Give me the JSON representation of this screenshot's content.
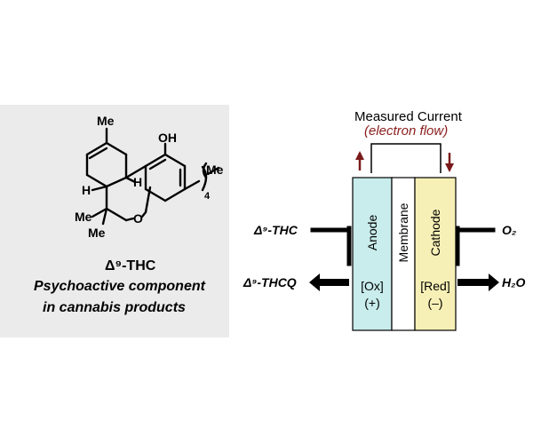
{
  "molecule": {
    "name": "Δ⁹-THC",
    "caption_line1": "Psychoactive component",
    "caption_line2": "in cannabis products",
    "atoms": {
      "me_top": "Me",
      "oh": "OH",
      "h_upper": "H",
      "h_lower": "H",
      "me_left": "Me",
      "me_left2": "Me",
      "o_ring": "O",
      "me_chain": "Me",
      "chain_sub": "4"
    }
  },
  "cell": {
    "title": "Measured Current",
    "subtitle": "(electron flow)",
    "anode": "Anode",
    "membrane": "Membrane",
    "cathode": "Cathode",
    "anode_label": "[Ox]",
    "anode_sign": "(+)",
    "cathode_label": "[Red]",
    "cathode_sign": "(–)",
    "input_left": "Δ⁹-THC",
    "output_left": "Δ⁹-THCQ",
    "input_right": "O₂",
    "output_right": "H₂O",
    "colors": {
      "anode": "#c9ecec",
      "membrane": "#ffffff",
      "cathode": "#f7f0b6",
      "arrow": "#7a1a1a",
      "subtitle": "#8b1c1c"
    }
  }
}
